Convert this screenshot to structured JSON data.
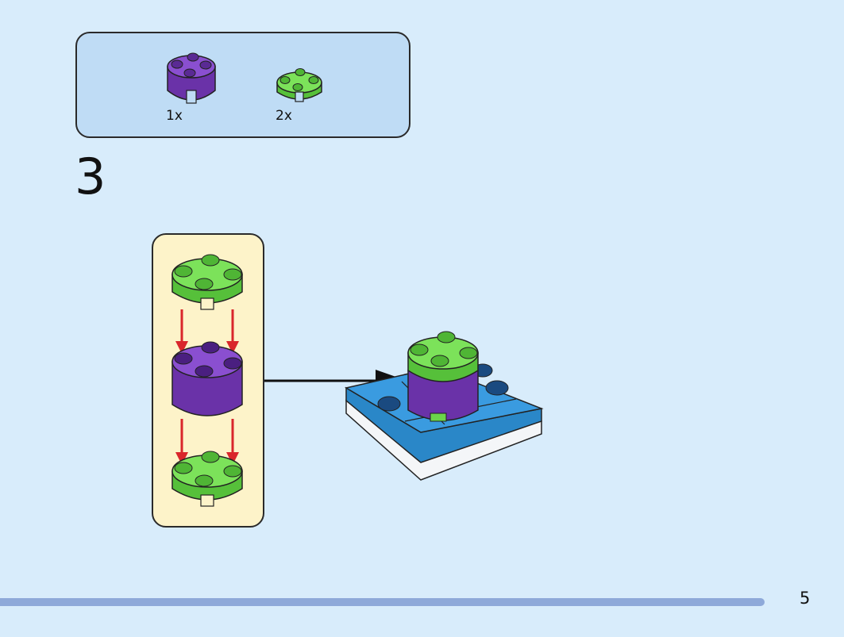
{
  "parts_list": {
    "items": [
      {
        "name": "purple-round-brick",
        "qty": "1x",
        "color": "#7a3fc0"
      },
      {
        "name": "green-round-plate",
        "qty": "2x",
        "color": "#6bd64a"
      }
    ]
  },
  "step": {
    "number": "3"
  },
  "page": {
    "number": "5"
  },
  "colors": {
    "background": "#d8ecfb",
    "parts_box": "#bfdcf5",
    "sub_box": "#fdf3c9",
    "purple": "#7a3fc0",
    "green": "#6bd64a",
    "blue": "#2a87c8",
    "arrow_red": "#d9262b",
    "progress": "#8ea9d9"
  }
}
